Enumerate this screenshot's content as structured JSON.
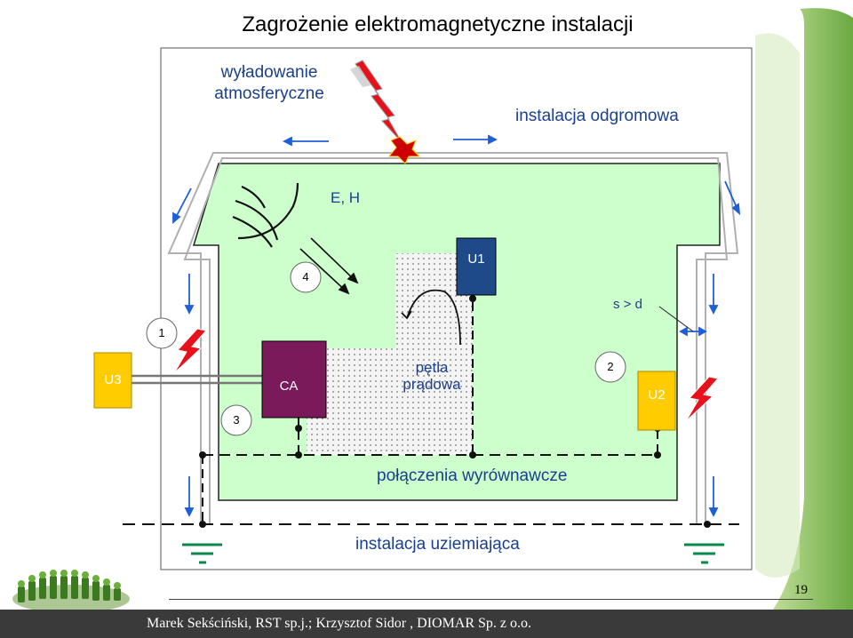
{
  "title": "Zagrożenie elektromagnetyczne instalacji",
  "labels": {
    "lightning": "wyładowanie atmosferyczne",
    "lightning_line1": "wyładowanie",
    "lightning_line2": "atmosferyczne",
    "lightning_protection": "instalacja odgromowa",
    "field": "E, H",
    "distance": "s > d",
    "current_loop_line1": "pętla",
    "current_loop_line2": "prądowa",
    "bonding": "połączenia wyrównawcze",
    "earthing": "instalacja uziemiająca"
  },
  "devices": {
    "u1": "U1",
    "u2": "U2",
    "u3": "U3",
    "ca": "CA"
  },
  "markers": {
    "m1": "1",
    "m2": "2",
    "m3": "3",
    "m4": "4"
  },
  "colors": {
    "building_fill": "#ccffcc",
    "u1_fill": "#1f4a8a",
    "ca_fill": "#7a1a5a",
    "u_side_fill": "#ffcc00",
    "arrow_blue": "#1f5fd6",
    "lightning_red": "#e8101a",
    "footer_bar": "#3a3a3a"
  },
  "footer": {
    "author": "Marek Sekściński, RST sp.j.; Krzysztof Sidor , DIOMAR Sp. z o.o.",
    "page": "19"
  }
}
